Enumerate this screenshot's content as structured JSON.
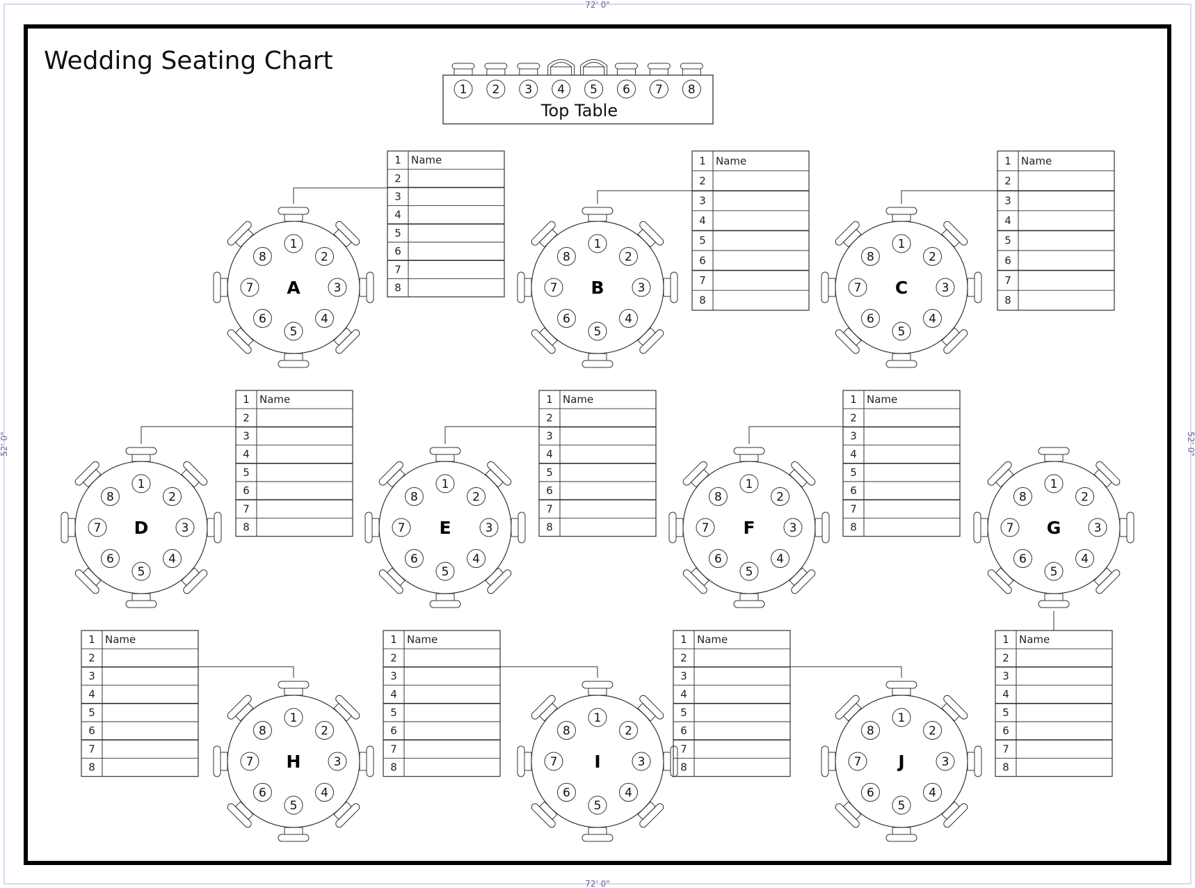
{
  "title": "Wedding Seating Chart",
  "dimensions": {
    "width_label": "72' 0\"",
    "height_label": "52' 0\""
  },
  "top_table": {
    "label": "Top Table",
    "seats": [
      "1",
      "2",
      "3",
      "4",
      "5",
      "6",
      "7",
      "8"
    ]
  },
  "seat_numbers": [
    "1",
    "2",
    "3",
    "4",
    "5",
    "6",
    "7",
    "8"
  ],
  "table_labels": [
    "A",
    "B",
    "C",
    "D",
    "E",
    "F",
    "G",
    "H",
    "I",
    "J"
  ],
  "name_list": {
    "header": "Name",
    "rows": [
      "1",
      "2",
      "3",
      "4",
      "5",
      "6",
      "7",
      "8"
    ]
  },
  "colors": {
    "frame": "#000000",
    "line": "#333333",
    "dimension": "#6b5fa0"
  }
}
